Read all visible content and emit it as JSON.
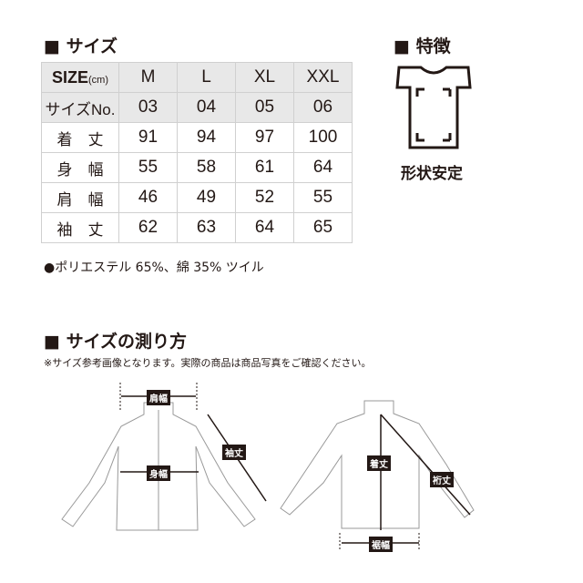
{
  "size_section": {
    "title": "■ サイズ",
    "header": {
      "label": "SIZE",
      "unit": "(cm)",
      "sizes": [
        "M",
        "L",
        "XL",
        "XXL"
      ]
    },
    "rows": [
      {
        "label": "サイズNo.",
        "values": [
          "03",
          "04",
          "05",
          "06"
        ]
      },
      {
        "label": "着　丈",
        "values": [
          "91",
          "94",
          "97",
          "100"
        ]
      },
      {
        "label": "身　幅",
        "values": [
          "55",
          "58",
          "61",
          "64"
        ]
      },
      {
        "label": "肩　幅",
        "values": [
          "46",
          "49",
          "52",
          "55"
        ]
      },
      {
        "label": "袖　丈",
        "values": [
          "62",
          "63",
          "64",
          "65"
        ]
      }
    ],
    "material": "●ポリエステル 65%、綿 35% ツイル"
  },
  "feature": {
    "title": "■ 特徴",
    "icon": "tshirt-shape-icon",
    "label": "形状安定"
  },
  "measure": {
    "title": "■ サイズの測り方",
    "note": "※サイズ参考画像となります。実際の商品は商品写真をご確認ください。",
    "tags": {
      "shoulder": "肩幅",
      "body": "身幅",
      "sleeve": "袖丈",
      "length": "着丈",
      "yuki": "裄丈",
      "hem": "裾幅"
    }
  }
}
